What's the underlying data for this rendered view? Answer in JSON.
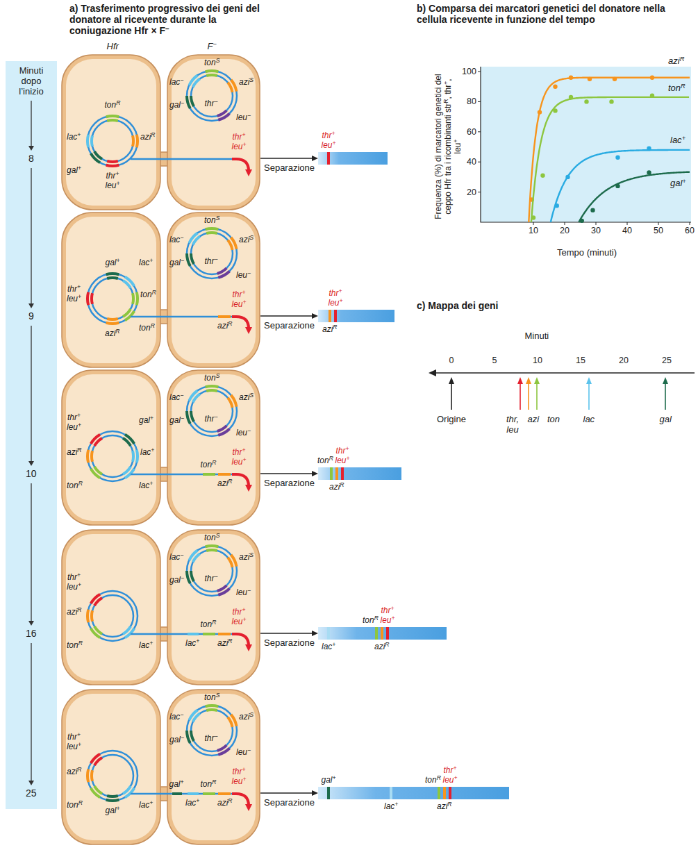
{
  "diagram": {
    "nodes": [
      {
        "text": [
          "Minuti dopo l’inizio",
          "8",
          "9",
          "10",
          "16",
          "25"
        ]
      },
      {
        "text": [
          "Hfr",
          "tonR",
          "lac+",
          "aziR",
          "gal+",
          "thr+ leu+"
        ]
      },
      {
        "text": [
          "F−",
          "tonS",
          "lac−",
          "aziS",
          "gal−",
          "thr−",
          "leu−",
          "thr+ leu+"
        ]
      },
      {
        "text": [
          "thr+ leu+"
        ]
      },
      {
        "text": [
          "gal+",
          "lac+",
          "tonR",
          "thr+ leu+",
          "aziR",
          "tonR"
        ]
      },
      {
        "text": [
          "tonS",
          "lac−",
          "aziS",
          "gal−",
          "thr−",
          "leu−",
          "aziR",
          "thr+ leu+"
        ]
      },
      {
        "text": [
          "thr+ leu+",
          "aziR"
        ]
      },
      {
        "text": [
          "thr+ leu+",
          "aziR",
          "gal+",
          "lac+",
          "tonR",
          "lac+"
        ]
      },
      {
        "text": [
          "tonS",
          "lac−",
          "aziS",
          "gal−",
          "thr−",
          "leu−",
          "tonR",
          "aziR",
          "thr+ leu+"
        ]
      },
      {
        "text": [
          "tonR",
          "thr+ leu+",
          "aziR"
        ]
      },
      {
        "text": [
          "thr+ leu+",
          "aziR",
          "tonR",
          "lac+"
        ]
      },
      {
        "text": [
          "tonS",
          "lac−",
          "aziS",
          "gal−",
          "thr−",
          "leu−",
          "tonR",
          "aziR",
          "lac+",
          "thr+ leu+"
        ]
      },
      {
        "text": [
          "lac+",
          "tonR",
          "thr+ leu+",
          "aziR"
        ]
      },
      {
        "text": [
          "thr+ leu+",
          "aziR",
          "tonR",
          "gal+",
          "lac+"
        ]
      },
      {
        "text": [
          "tonS",
          "lac−",
          "aziS",
          "gal−",
          "thr−",
          "leu−",
          "gal+",
          "lac+",
          "tonR",
          "aziR",
          "thr+ leu+"
        ]
      },
      {
        "text": [
          "gal+",
          "lac+",
          "tonR",
          "thr+ leu+",
          "aziR"
        ]
      }
    ],
    "edges": [
      {
        "from": 2,
        "to": 3,
        "label": "Separazione",
        "arrow": "to"
      },
      {
        "from": 5,
        "to": 6,
        "label": "Separazione",
        "arrow": "to"
      },
      {
        "from": 8,
        "to": 9,
        "label": "Separazione",
        "arrow": "to"
      },
      {
        "from": 11,
        "to": 12,
        "label": "Separazione",
        "arrow": "to"
      },
      {
        "from": 14,
        "to": 15,
        "label": "Separazione",
        "arrow": "to"
      }
    ],
    "labels": [
      "a) Trasferimento progressivo dei geni del donatore al ricevente durante la coniugazione Hfr × F−",
      "b) Comparsa dei marcatori genetici del donatore nella cellula ricevente in funzione del tempo",
      "Frequenza (%) di marcatori genetici del ceppo Hfr tra i ricombinanti strR, thr+, leu+",
      "100",
      "80",
      "60",
      "40",
      "20",
      "10",
      "20",
      "30",
      "40",
      "50",
      "60",
      "Tempo (minuti)",
      "aziR",
      "tonR",
      "lac+",
      "gal+",
      "c) Mappa dei geni",
      "Minuti",
      "0",
      "5",
      "10",
      "15",
      "20",
      "25",
      "Origine",
      "thr, leu",
      "azi",
      "ton",
      "lac",
      "gal"
    ]
  }
}
